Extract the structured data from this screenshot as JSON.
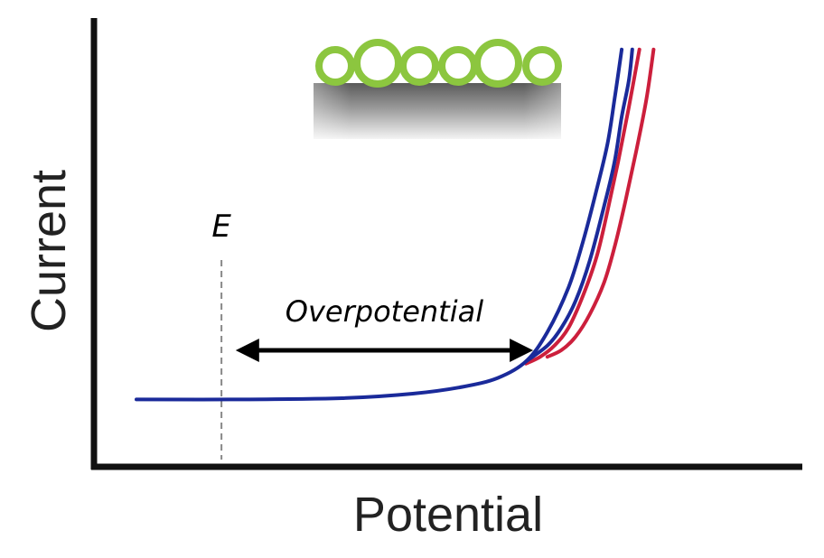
{
  "chart_data": {
    "type": "line",
    "title": "",
    "xlabel": "Potential",
    "ylabel": "Current",
    "xlim": [
      0,
      100
    ],
    "ylim": [
      0,
      100
    ],
    "grid": false,
    "axes_ticks": false,
    "annotations": {
      "marker_label": "E",
      "marker_x": 18,
      "span_label": "Overpotential",
      "span_from": 20,
      "span_to": 62
    },
    "series": [
      {
        "color": "#1a2a9a",
        "points": [
          [
            6,
            15
          ],
          [
            20,
            15
          ],
          [
            35,
            15.3
          ],
          [
            45,
            16.3
          ],
          [
            52,
            17.8
          ],
          [
            57,
            19.8
          ],
          [
            61,
            23.5
          ],
          [
            64,
            30
          ],
          [
            67,
            40
          ],
          [
            69,
            50
          ],
          [
            71,
            62
          ],
          [
            72.5,
            72
          ],
          [
            73.5,
            82
          ],
          [
            74.5,
            93
          ]
        ]
      },
      {
        "color": "#1a2a9a",
        "points": [
          [
            61,
            23.5
          ],
          [
            64,
            27
          ],
          [
            66,
            31
          ],
          [
            68,
            37
          ],
          [
            70,
            46
          ],
          [
            72,
            58
          ],
          [
            73.5,
            68
          ],
          [
            74.5,
            78
          ],
          [
            75.5,
            86
          ],
          [
            76,
            93
          ]
        ]
      },
      {
        "color": "#cc1f3c",
        "points": [
          [
            61,
            23
          ],
          [
            63,
            24.5
          ],
          [
            65,
            27
          ],
          [
            67,
            31
          ],
          [
            69,
            38
          ],
          [
            71,
            47
          ],
          [
            72.5,
            57
          ],
          [
            74,
            68
          ],
          [
            75.5,
            80
          ],
          [
            77,
            93
          ]
        ]
      },
      {
        "color": "#cc1f3c",
        "points": [
          [
            64,
            24.5
          ],
          [
            66,
            26
          ],
          [
            68,
            29
          ],
          [
            70,
            34
          ],
          [
            72,
            41
          ],
          [
            73.5,
            49
          ],
          [
            75,
            59
          ],
          [
            76.5,
            70
          ],
          [
            78,
            82
          ],
          [
            79,
            93
          ]
        ]
      }
    ]
  },
  "inset": {
    "description_icon": "electrode-with-particles-icon",
    "substrate_color": "#8a8a8a",
    "particle_color": "#8cc63f",
    "particles": [
      {
        "size": "small"
      },
      {
        "size": "large"
      },
      {
        "size": "small"
      },
      {
        "size": "small"
      },
      {
        "size": "large"
      },
      {
        "size": "small"
      }
    ]
  }
}
